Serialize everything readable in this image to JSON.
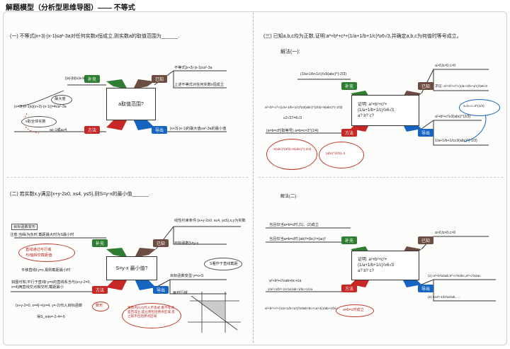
{
  "header": {
    "title": "解题模型（分析型思维导图）—— 不等式"
  },
  "problems": {
    "p1": "(一) 不等式|x+3|-|x-1|≤a²-3a对任何实数x恒成立,则实数a的取值范围为______.",
    "p2": "(二) 若实数x,y满足{x+y-2≥0, x≤4, y≤5},则S=y-x的最小值______.",
    "p3": "(三) 已知a,b,c均为正数,证明:a²+b²+c²+(1/a+1/b+1/c)²≥6√3,并确定a,b,c为何值时等号成立。",
    "p3_sub1": "解法(一):",
    "p3_sub2": "解法(二):"
  },
  "mapA": {
    "center": "a取值范围?",
    "labels": {
      "supplement": "补充",
      "known": "已知",
      "method": "方法",
      "derive": "导出"
    },
    "notes": {
      "n1": "||a|-|b||≤|a-b|",
      "n2": "不等式|x+3|-|x-1|≤a²-3a",
      "n3": "上述不等式对任何实数x恒成立",
      "n4": "|x+3|-|x-1|≤|(x+3)-(x-1)|=4≤a²-3a",
      "n5": "最大值",
      "n6": "a≤-1或a≥4",
      "n7": "x取全体实数",
      "n8": "|x+3|-|x-1|的最大值≤a²-3a的最小值"
    }
  },
  "mapB": {
    "center": "S=y-x 最小值?",
    "labels": {
      "supplement": "补充",
      "known": "已知",
      "method": "方法",
      "derive": "导出"
    },
    "notes": {
      "n1": "目标函数变形",
      "n2": "注意:当l纵为负时,截距最大时为S最小时",
      "n3": "直线通过可行域",
      "n4": "与l轴相交截距值",
      "n5": "平移直线l:y=x,易则截距最小时",
      "n6": "如图可知,平行于直线l:y=x的直线系当与{x+y-2=0, x=4}两直线交点相交时,截距最小",
      "n7": "{x+y-2=0, x=4}⇒{x=4, y=-2}代入目标函数",
      "n8": "得S_min=-2-4=-6",
      "n9": "线性约束条件:{x+y-2≥0, x≤4, y≤5},x,y为实数",
      "n10": "目标函数S=y-x",
      "n11": "目标函数变型:y=x+S",
      "n12": "S看作于直线截距",
      "n13": "画可行域",
      "n14": "将原点(0,0)代入不等式,看不等式是否成立,成立原包括原点区域,反之取不包括原点区域",
      "n15": "数形"
    }
  },
  "mapC": {
    "center_lines": [
      "证明: a²+b²+c²+",
      "(1/a+1/b+1/c)²≥6√3",
      "a?  b?  c?"
    ],
    "labels": {
      "supplement": "补充",
      "known": "已知",
      "method": "方法",
      "derive": "导出"
    },
    "notes": {
      "n1": "(1/a+1/b+1/c)²≥9(abc)^(-2/3)",
      "n2": "a>0,b>0,c>0",
      "n3": "求证: a²+b²+c²+(1/a+1/b+1/c)²≥6√3",
      "n4": "a²+b²+c²+(1/a+1/b+1/c)²≥3(abc)^(2/3)+9(abc)^(-2/3)",
      "n5": "≥2√27=6√3",
      "n6": "a²+b²+c²≥3(abc)^(2/3)",
      "n7": "(a=b=c时取等号) a=b=c=3^(1/4)",
      "n8": "1/a+1/b+1/c≥3(abc)^(-1/3)",
      "n9": "a=b=c=3^(1/4)",
      "n10": "3(abc)^(2/3)=9(abc)^(-2/3)",
      "n11": "(abc)^(4/3)=3"
    }
  },
  "mapD": {
    "center_lines": [
      "证明: a²+b²+c²+",
      "(1/a+1/b+1/c)²≥6√3",
      "a?  b?  c?"
    ],
    "labels": {
      "supplement": "补充",
      "known": "已知",
      "method": "方法",
      "derive": "导出"
    },
    "notes": {
      "n1": "当且仅当a=b=c时,(1)、(2)成立",
      "n2": "当且仅当a=b=c时,(ab)²=(bc)²=(ac)²",
      "n3": "a>0,b>0,c>0",
      "n4": "a²+b²+c²≥ab+bc+ca",
      "n5": "1/a²+1/b²+1/c²≥1/ab+1/bc+1/ca",
      "n6": "a²+b²+c²+(1/a+1/b+1/c)²≥3ab+bc+ca+3(1/ab+1/bc+1/ca)≥6√3",
      "n7": "a=b=c时成立",
      "n8": "(1) a²+b²≥2ab,b²+c²≥2bc,a²+c²≥2ac",
      "n9": "(2) 1/a²+1/b²≥2/ab, ..."
    }
  }
}
